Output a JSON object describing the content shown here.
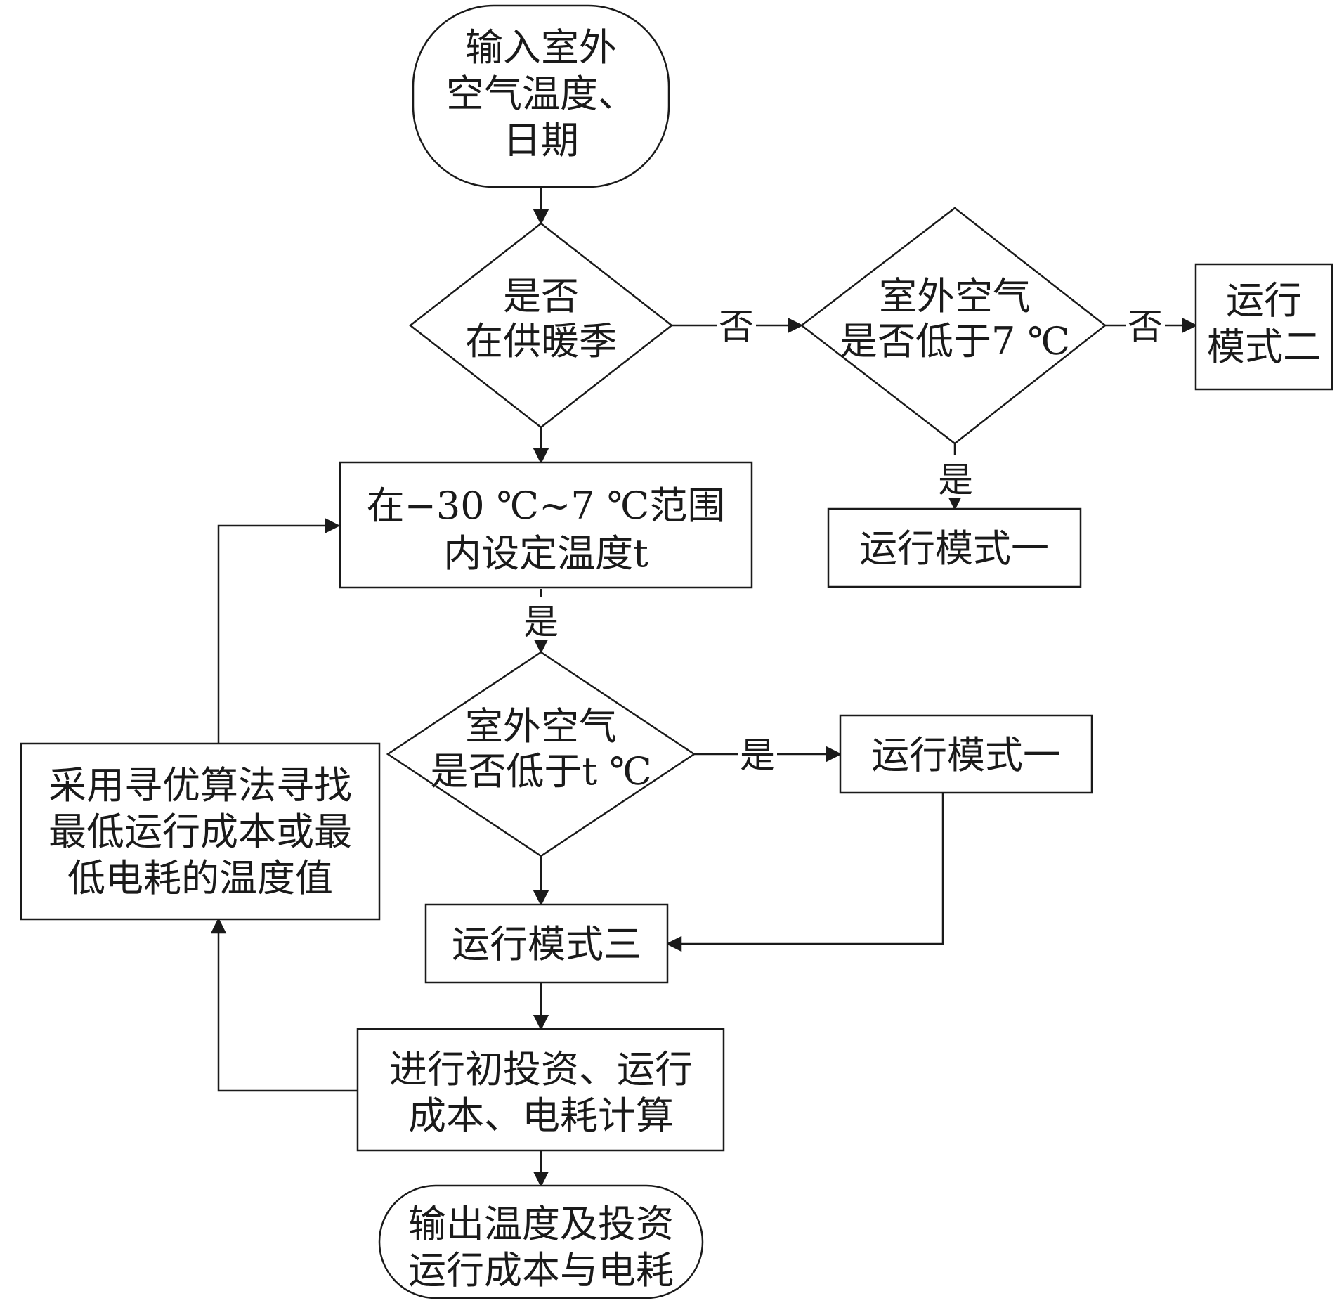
{
  "nodes": {
    "input": {
      "lines": [
        "输入室外",
        "空气温度、",
        "日期"
      ]
    },
    "heating": {
      "lines": [
        "是否",
        "在供暖季"
      ]
    },
    "below7": {
      "lines": [
        "室外空气",
        "是否低于7 ℃"
      ]
    },
    "mode2": {
      "lines": [
        "运行",
        "模式二"
      ]
    },
    "mode1_top": {
      "lines": [
        "运行模式一"
      ]
    },
    "set_t": {
      "lines": [
        "在−30 ℃~7 ℃范围",
        "内设定温度t"
      ]
    },
    "belowt": {
      "lines": [
        "室外空气",
        "是否低于t ℃"
      ]
    },
    "mode1_mid": {
      "lines": [
        "运行模式一"
      ]
    },
    "mode3": {
      "lines": [
        "运行模式三"
      ]
    },
    "calc": {
      "lines": [
        "进行初投资、运行",
        "成本、电耗计算"
      ]
    },
    "optimize": {
      "lines": [
        "采用寻优算法寻找",
        "最低运行成本或最",
        "低电耗的温度值"
      ]
    },
    "output": {
      "lines": [
        "输出温度及投资",
        "运行成本与电耗"
      ]
    }
  },
  "edge_labels": {
    "heating_no": "否",
    "below7_no": "否",
    "below7_yes": "是",
    "set_t_yes": "是",
    "belowt_yes": "是"
  }
}
